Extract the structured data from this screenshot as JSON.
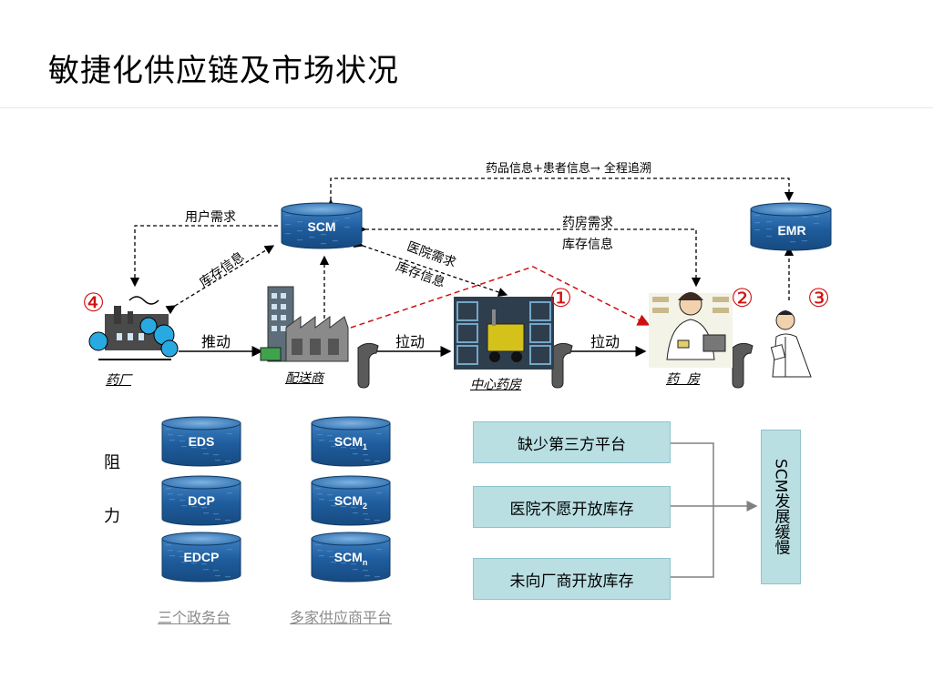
{
  "title": "敏捷化供应链及市场状况",
  "db": {
    "scm": "SCM",
    "emr": "EMR",
    "eds": "EDS",
    "dcp": "DCP",
    "edcp": "EDCP",
    "scm1_main": "SCM",
    "scm1_sub": "1",
    "scm2_main": "SCM",
    "scm2_sub": "2",
    "scmn_main": "SCM",
    "scmn_sub": "n"
  },
  "labels": {
    "top_flow": "药品信息+患者信息→ 全程追溯",
    "user_demand": "用户需求",
    "inventory_info_left": "库存信息",
    "hospital_demand": "医院需求",
    "inventory_info_mid": "库存信息",
    "pharmacy_demand": "药房需求",
    "inventory_info_right": "库存信息",
    "push": "推动",
    "pull1": "拉动",
    "pull2": "拉动"
  },
  "nodes": {
    "factory": "药厂",
    "distributor": "配送商",
    "center_pharmacy": "中心药房",
    "pharmacy": "药  房"
  },
  "markers": [
    "①",
    "②",
    "③",
    "④"
  ],
  "resistance": [
    "阻",
    "力"
  ],
  "platforms": {
    "gov": "三个政务台",
    "suppliers": "多家供应商平台"
  },
  "issues": [
    "缺少第三方平台",
    "医院不愿开放库存",
    "未向厂商开放库存"
  ],
  "result": "SCM发展缓慢",
  "colors": {
    "db_blue": "#1f5f9e",
    "box_fill": "#b9dfe3",
    "red": "#d01010"
  }
}
